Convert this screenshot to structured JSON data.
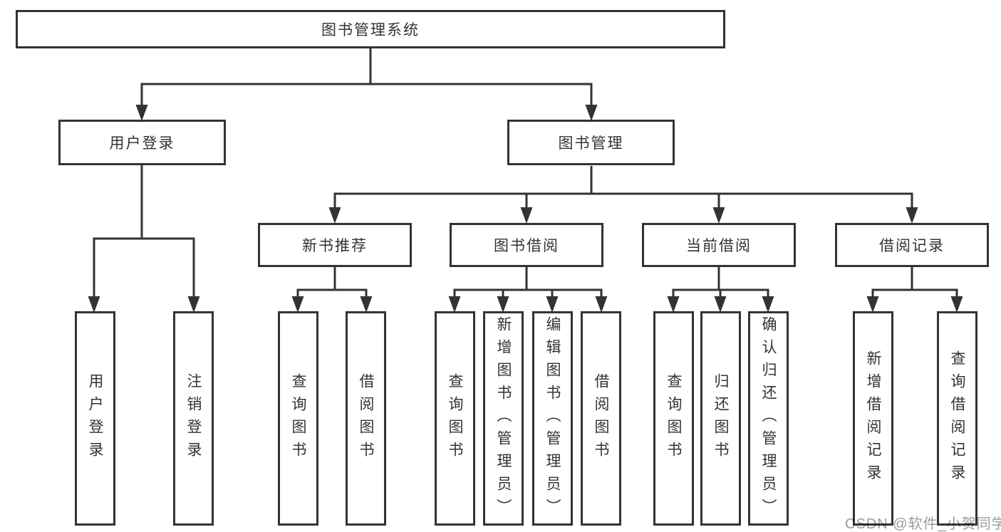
{
  "diagram": {
    "root": {
      "label": "图书管理系统"
    },
    "branches": [
      {
        "label": "用户登录",
        "children": [
          {
            "label": "用户登录"
          },
          {
            "label": "注销登录"
          }
        ]
      },
      {
        "label": "图书管理",
        "children": [
          {
            "label": "新书推荐",
            "children": [
              {
                "label": "查询图书"
              },
              {
                "label": "借阅图书"
              }
            ]
          },
          {
            "label": "图书借阅",
            "children": [
              {
                "label": "查询图书"
              },
              {
                "label": "新增图书（管理员）"
              },
              {
                "label": "编辑图书（管理员）"
              },
              {
                "label": "借阅图书"
              }
            ]
          },
          {
            "label": "当前借阅",
            "children": [
              {
                "label": "查询图书"
              },
              {
                "label": "归还图书"
              },
              {
                "label": "确认归还（管理员）"
              }
            ]
          },
          {
            "label": "借阅记录",
            "children": [
              {
                "label": "新增借阅记录"
              },
              {
                "label": "查询借阅记录"
              }
            ]
          }
        ]
      }
    ]
  },
  "watermark": {
    "text": "CSDN @软件_小贺同学"
  },
  "colors": {
    "line": "#333333",
    "box_border": "#333333",
    "text": "#333333",
    "background": "#ffffff",
    "watermark": "#9b9b9b"
  }
}
